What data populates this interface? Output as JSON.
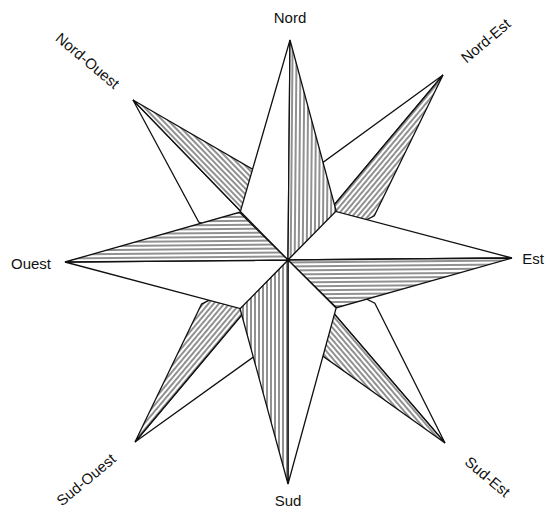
{
  "diagram": {
    "labels": [
      "Nord",
      "Nord-Ouest",
      "Nord-Est",
      "Ouest",
      "Est",
      "Sud-Ouest",
      "Sud-Est",
      "Sud"
    ]
  }
}
